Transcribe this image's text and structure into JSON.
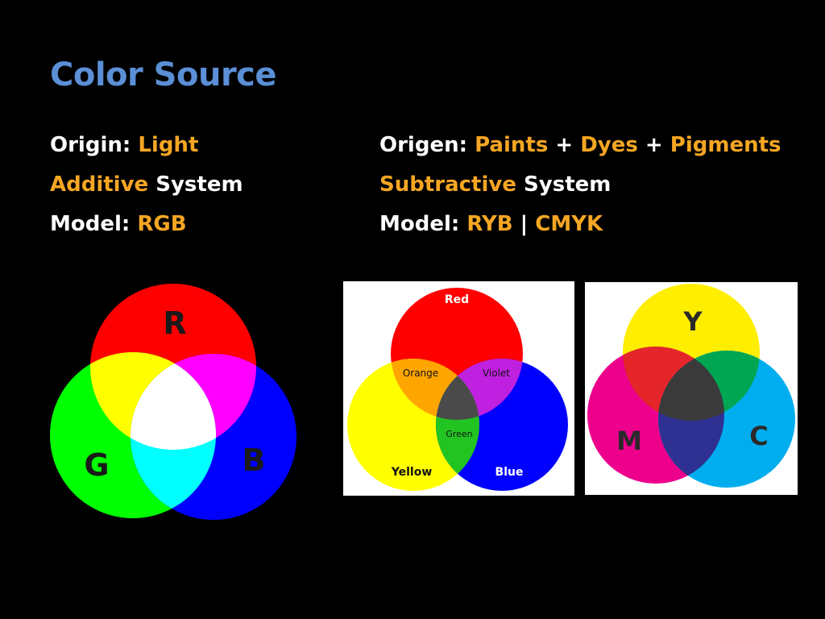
{
  "title": "Color Source",
  "left": {
    "origin_label": "Origin:",
    "origin_value": "Light",
    "system_type": "Additive",
    "system_label": "System",
    "model_label": "Model:",
    "model_value": "RGB"
  },
  "right": {
    "origin_label": "Origen:",
    "origin_values": [
      "Paints",
      "Dyes",
      "Pigments"
    ],
    "plus": "+",
    "system_type": "Subtractive",
    "system_label": "System",
    "model_label": "Model:",
    "model_values": [
      "RYB",
      "CMYK"
    ],
    "separator": "|"
  },
  "colors": {
    "title": "#5b8fd6",
    "highlight": "#f5a623",
    "text": "#ffffff",
    "background": "#000000"
  },
  "rgb": {
    "circles": [
      {
        "label": "R",
        "color": "#ff0000"
      },
      {
        "label": "G",
        "color": "#00ff00"
      },
      {
        "label": "B",
        "color": "#0000ff"
      }
    ],
    "overlaps": {
      "rg": "#ffff00",
      "rb": "#ff00ff",
      "gb": "#00ffff",
      "center": "#ffffff"
    },
    "label_color": "#1a1a1a"
  },
  "ryb": {
    "circles": [
      {
        "label": "Red",
        "color": "#ff0000"
      },
      {
        "label": "Yellow",
        "color": "#ffff00"
      },
      {
        "label": "Blue",
        "color": "#0000ff"
      }
    ],
    "overlaps": [
      {
        "label": "Orange",
        "color": "#ffa500"
      },
      {
        "label": "Violet",
        "color": "#c020e0"
      },
      {
        "label": "Green",
        "color": "#22c422"
      }
    ],
    "center": "#4a4a4a"
  },
  "cmyk": {
    "circles": [
      {
        "label": "Y",
        "color": "#ffee00"
      },
      {
        "label": "M",
        "color": "#ec008c"
      },
      {
        "label": "C",
        "color": "#00aeef"
      }
    ],
    "overlaps": {
      "ym": "#e4262b",
      "yc": "#00a651",
      "mc": "#2e3192",
      "center": "#3a3a3a"
    },
    "label_color": "#2a2a2a"
  }
}
